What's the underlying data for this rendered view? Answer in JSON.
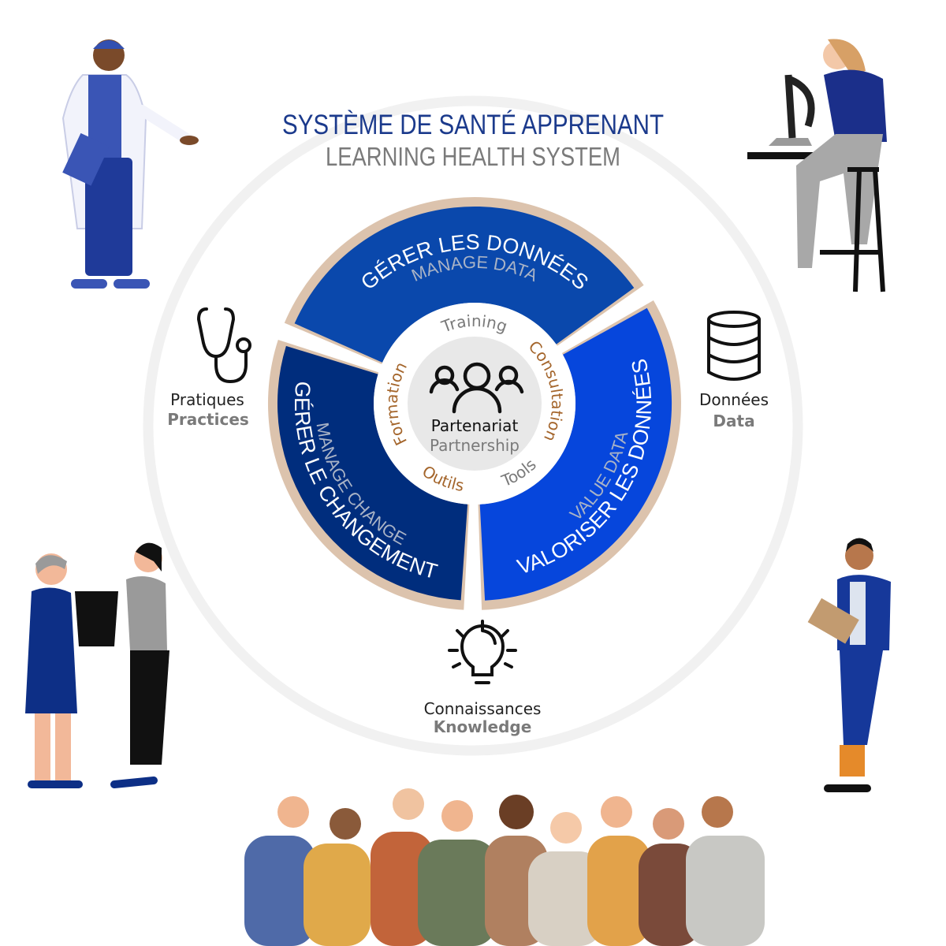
{
  "title": {
    "fr": "SYSTÈME DE SANTÉ APPRENANT",
    "en": "LEARNING HEALTH SYSTEM"
  },
  "segments": [
    {
      "fr": "GÉRER LES DONNÉES",
      "en": "MANAGE DATA"
    },
    {
      "fr": "VALORISER LES DONNÉES",
      "en": "VALUE DATA"
    },
    {
      "fr": "GÉRER LE CHANGEMENT",
      "en": "MANAGE CHANGE"
    }
  ],
  "inner_ring": {
    "training": "Training",
    "consultation": "Consultation",
    "tools": "Tools",
    "outils": "Outils",
    "formation": "Formation"
  },
  "center": {
    "fr": "Partenariat",
    "en": "Partnership",
    "icon": "group-icon"
  },
  "outer_labels": {
    "practices": {
      "fr": "Pratiques",
      "en": "Practices",
      "icon": "stethoscope-icon"
    },
    "data": {
      "fr": "Données",
      "en": "Data",
      "icon": "database-icon"
    },
    "knowledge": {
      "fr": "Connaissances",
      "en": "Knowledge",
      "icon": "lightbulb-icon"
    }
  },
  "colors": {
    "title_blue": "#1b3a8c",
    "segment_top": "#0a48ac",
    "segment_right": "#0646dc",
    "segment_left": "#002d7d",
    "border_beige": "#dcc3ad",
    "accent_brown": "#a4652b",
    "gray_text": "#7a7a7a"
  }
}
